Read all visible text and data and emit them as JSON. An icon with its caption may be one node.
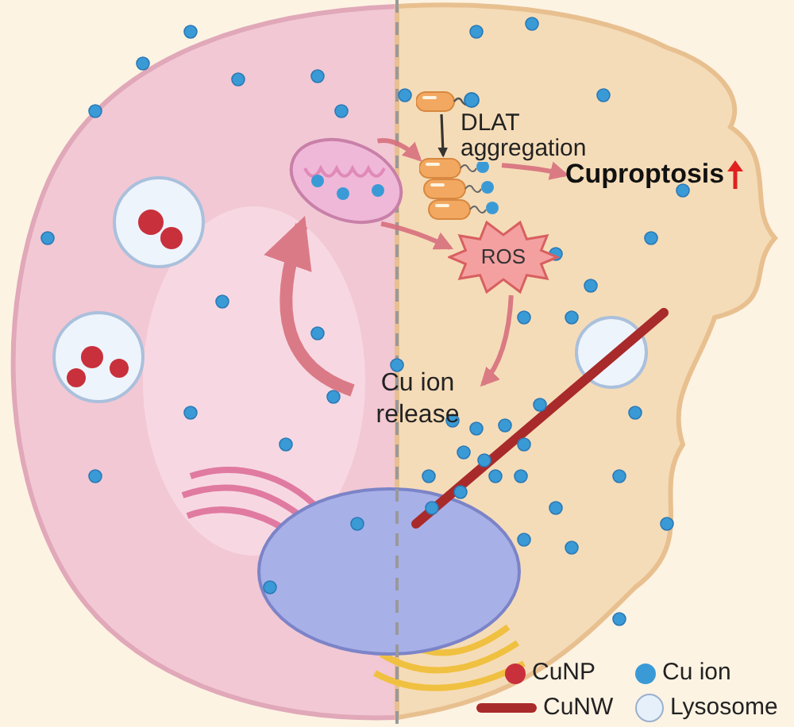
{
  "diagram": {
    "nodes": [
      {
        "text": [],
        "shape": "picture"
      },
      {
        "text": [],
        "shape": "picture"
      },
      {
        "text": [],
        "shape": "picture"
      },
      {
        "text": [
          "Cuproptosis"
        ]
      },
      {
        "text": [
          "ROS"
        ]
      },
      {
        "text": [
          "Cu ion release"
        ]
      }
    ],
    "edges": [
      {
        "from": 0,
        "to": 2,
        "arrow": "to"
      },
      {
        "from": 1,
        "to": 2,
        "arrow": "to",
        "label": "DLAT aggregation",
        "color": "#222222"
      },
      {
        "from": 2,
        "to": 3,
        "arrow": "to"
      },
      {
        "from": 0,
        "to": 4,
        "arrow": "to"
      },
      {
        "from": 4,
        "to": 5,
        "arrow": "to"
      },
      {
        "from": 5,
        "to": 0,
        "arrow": "to",
        "style": "thick"
      }
    ],
    "legend": [
      {
        "text": "CuNP",
        "color": "#c8303c"
      },
      {
        "text": "Cu ion",
        "color": "#3a9ad6"
      },
      {
        "text": "CuNW",
        "color": "#a82a2a"
      },
      {
        "text": "Lysosome",
        "color": "#e6f0fa"
      }
    ]
  }
}
